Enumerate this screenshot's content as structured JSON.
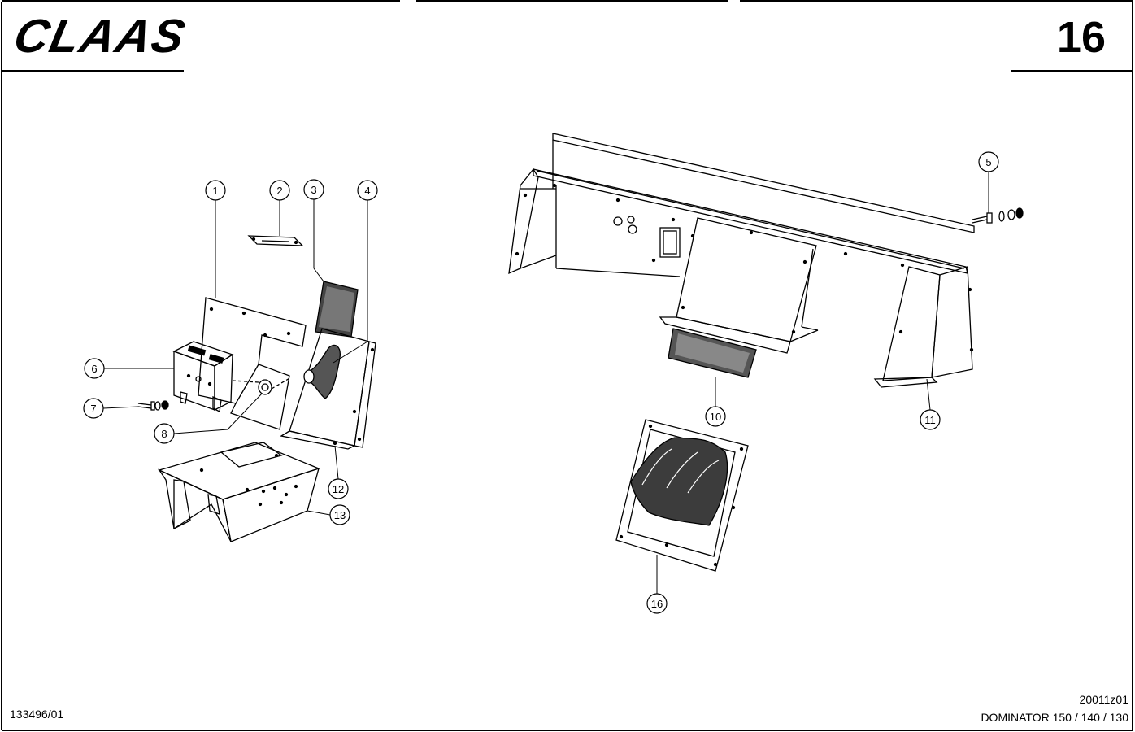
{
  "header": {
    "brand": "CLAAS",
    "page_number": "16"
  },
  "footer": {
    "document_number": "133496/01",
    "drawing_code": "20011z01",
    "model": "DOMINATOR 150 / 140 / 130"
  },
  "callouts": [
    "1",
    "2",
    "3",
    "4",
    "5",
    "6",
    "7",
    "8",
    "10",
    "11",
    "12",
    "13",
    "16"
  ]
}
